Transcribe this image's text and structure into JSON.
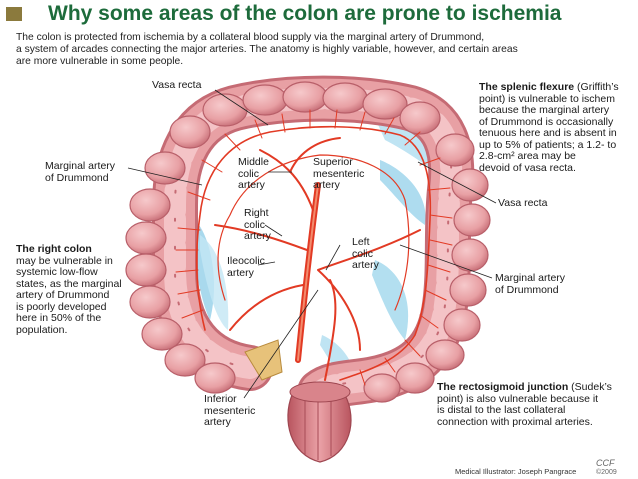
{
  "header": {
    "title": "Why some areas of the colon are prone to ischemia",
    "intro_lines": [
      "The colon is protected from ischemia by a collateral blood supply via the marginal artery of Drummond,",
      "a system of arcades connecting the major arteries. The anatomy is highly variable, however, and certain areas",
      "are more vulnerable in some people."
    ]
  },
  "labels": {
    "vasa_recta_top": "Vasa recta",
    "marginal_left": [
      "Marginal artery",
      "of Drummond"
    ],
    "middle_colic": [
      "Middle",
      "colic",
      "artery"
    ],
    "superior_mesenteric": [
      "Superior",
      "mesenteric",
      "artery"
    ],
    "right_colic": [
      "Right",
      "colic",
      "artery"
    ],
    "ileocolic": [
      "Ileocolic",
      "artery"
    ],
    "left_colic": [
      "Left",
      "colic",
      "artery"
    ],
    "vasa_recta_right": "Vasa recta",
    "marginal_right": [
      "Marginal artery",
      "of Drummond"
    ],
    "inferior_mesenteric": [
      "Inferior",
      "mesenteric",
      "artery"
    ]
  },
  "notes": {
    "splenic": {
      "bold": "The splenic flexure",
      "first_rest": " (Griffith’s",
      "lines": [
        "point) is vulnerable to ischem",
        "because the marginal artery",
        "of Drummond is occasionally",
        "tenuous here and is absent in",
        "up to 5% of patients; a 1.2- to",
        "2.8-cm² area may be",
        "devoid of vasa recta."
      ]
    },
    "right_colon": {
      "bold": "The right colon",
      "lines": [
        "may be vulnerable in",
        "systemic low-flow",
        "states, as the marginal",
        "artery of Drummond",
        "is poorly developed",
        "here in 50% of the",
        "population."
      ]
    },
    "rectosigmoid": {
      "bold": "The rectosigmoid junction",
      "first_rest": " (Sudek’s",
      "lines": [
        "point) is also vulnerable because it",
        "is distal to the last collateral",
        "connection with proximal arteries."
      ]
    }
  },
  "credit": "Medical Illustrator: Joseph Pangrace",
  "logo": {
    "text": "CCF",
    "year": "©2009"
  },
  "colors": {
    "title": "#1d6b3b",
    "title_square": "#8b7a3d",
    "colon": "#e9a4a7",
    "colon_dark": "#c96f77",
    "ischemic": "#a9dcef",
    "artery": "#e23a24"
  }
}
